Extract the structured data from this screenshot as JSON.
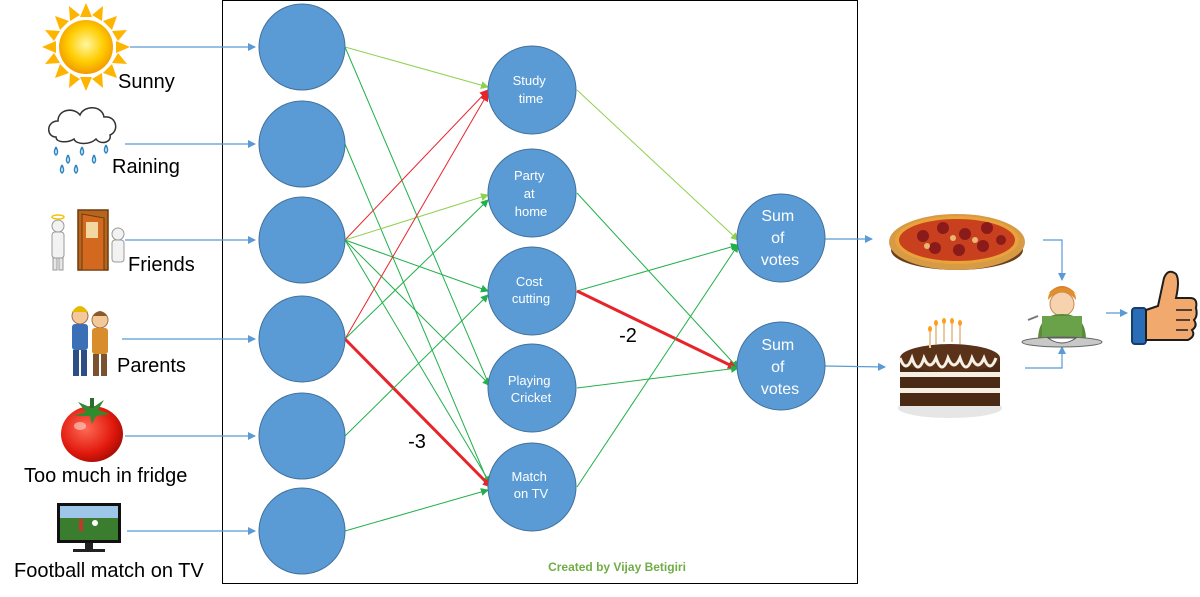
{
  "inputs": [
    {
      "label": "Sunny",
      "icon": "sun-icon"
    },
    {
      "label": "Raining",
      "icon": "rain-cloud-icon"
    },
    {
      "label": "Friends",
      "icon": "friends-at-door-icon"
    },
    {
      "label": "Parents",
      "icon": "parents-icon"
    },
    {
      "label": "Too much in fridge",
      "icon": "tomato-icon"
    },
    {
      "label": "Football match on TV",
      "icon": "tv-football-icon"
    }
  ],
  "hidden_nodes": [
    {
      "lines": [
        "Study",
        "time"
      ]
    },
    {
      "lines": [
        "Party",
        "at",
        "home"
      ]
    },
    {
      "lines": [
        "Cost",
        "cutting"
      ]
    },
    {
      "lines": [
        "Playing",
        "Cricket"
      ]
    },
    {
      "lines": [
        "Match",
        "on TV"
      ]
    }
  ],
  "output_nodes": [
    {
      "lines": [
        "Sum",
        "of",
        "votes"
      ],
      "food": "pizza-icon"
    },
    {
      "lines": [
        "Sum",
        "of",
        "votes"
      ],
      "food": "cake-icon"
    }
  ],
  "weights": [
    {
      "label": "-3"
    },
    {
      "label": "-2"
    }
  ],
  "decision": {
    "person": "person-eating-icon",
    "result": "thumbs-up-icon"
  },
  "credit": "Created by Vijay Betigiri",
  "colors": {
    "node_fill": "#5b9bd5",
    "positive_edge": "#22b04a",
    "light_positive_edge": "#8fd14f",
    "negative_edge": "#e8242b",
    "input_arrow": "#5b9bd5",
    "credit_text": "#70ad47",
    "frame": "#000000"
  }
}
